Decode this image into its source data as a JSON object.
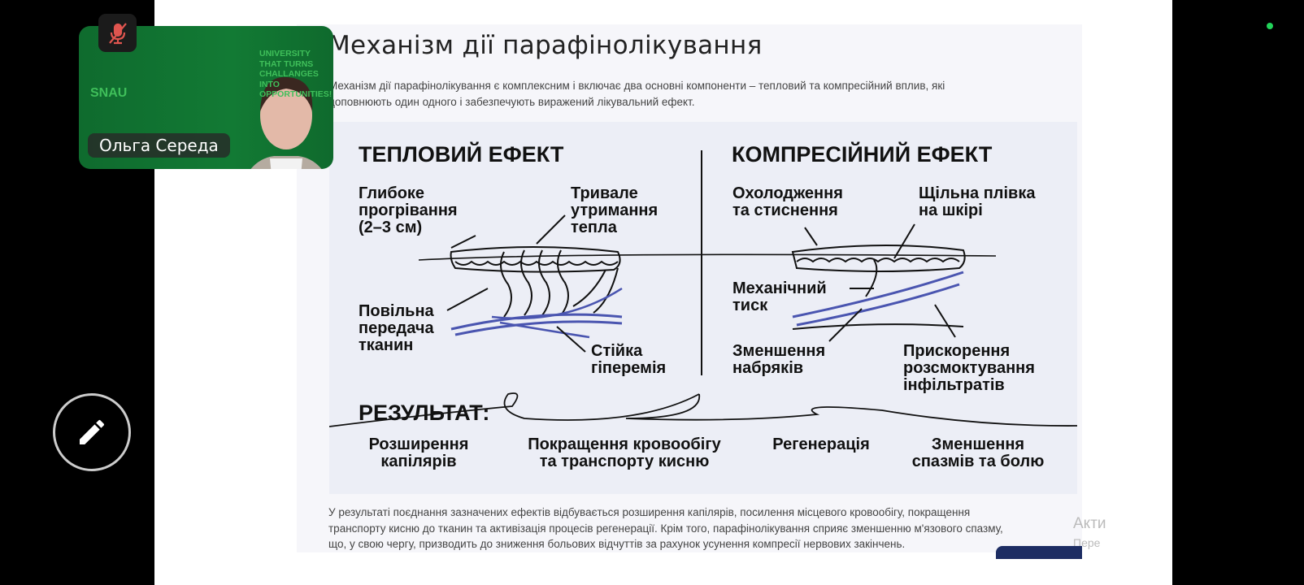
{
  "slide": {
    "title": "Механізм дії парафінолікування",
    "intro": [
      "Механізм дії парафінолікування є комплексним і включає два основні компоненти – тепловий та компресійний вплив, які",
      "доповнюють один одного і забезпечують виражений лікувальний ефект."
    ],
    "outro": [
      "У результаті поєднання зазначених ефектів відбувається розширення капілярів, посилення місцевого кровообігу, покращення",
      "транспорту кисню до тканин та активізація процесів регенерації. Крім того, парафінолікування сприяє зменшенню м'язового спазму,",
      "що, у свою чергу, призводить до зниження больових відчуттів за рахунок усунення компресії нервових закінчень."
    ]
  },
  "diagram": {
    "thermal": {
      "heading": "ТЕПЛОВИЙ ЕФЕКТ",
      "deep": [
        "Глибоке",
        "прогрівання",
        "(2–3 см)"
      ],
      "retention": [
        "Тривале",
        "утримання",
        "тепла"
      ],
      "slow": [
        "Повільна",
        "передача",
        "тканин"
      ],
      "hyperemia": [
        "Стійка",
        "гіперемія"
      ]
    },
    "compression": {
      "heading": "КОМПРЕСІЙНИЙ ЕФЕКТ",
      "cooling": [
        "Охолодження",
        "та стиснення"
      ],
      "film": [
        "Щільна плівка",
        "на шкірі"
      ],
      "pressure": [
        "Механічний",
        "тиск"
      ],
      "edema": [
        "Зменшення",
        "набряків"
      ],
      "resorption": [
        "Прискорення",
        "розсмоктування",
        "інфільтратів"
      ]
    },
    "result": {
      "heading": "РЕЗУЛЬТАТ:",
      "items": [
        [
          "Розширення",
          "капілярів"
        ],
        [
          "Покращення кровообігу",
          "та транспорту кисню"
        ],
        [
          "Регенерація",
          ""
        ],
        [
          "Зменшення",
          "спазмів та болю"
        ]
      ]
    }
  },
  "video": {
    "participant_name": "Ольга Середа",
    "logo_text": "SNAU",
    "slogan": [
      "UNIVERSITY",
      "THAT TURNS",
      "CHALLANGES",
      "INTO",
      "OPPORTUNITIES!"
    ],
    "mic_state": "muted"
  },
  "watermark": [
    "Акти",
    "Пере"
  ],
  "colors": {
    "accent_green": "#127a34",
    "vessel_blue": "#4a55b0",
    "status_dot": "#22d35a"
  }
}
